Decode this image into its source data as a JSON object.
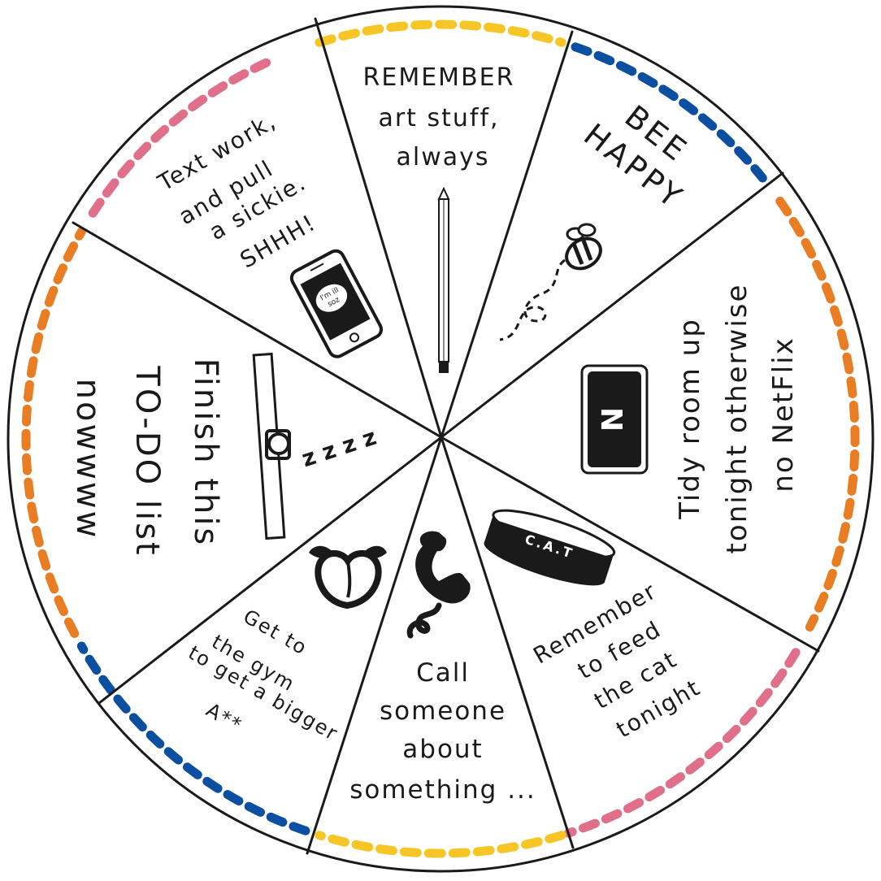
{
  "wheel": {
    "segments": [
      {
        "id": "remember-art",
        "lines": [
          "REMEMBER",
          "art stuff,",
          "always"
        ],
        "border_color": "#f5c626"
      },
      {
        "id": "bee-happy",
        "lines": [
          "BEE",
          "HAPPY"
        ],
        "border_color": "#0b4fa0"
      },
      {
        "id": "tidy-room",
        "lines": [
          "Tidy room up",
          "tonight otherwise",
          "no NetFlix"
        ],
        "border_color": "#e87d24",
        "icon_letter": "N"
      },
      {
        "id": "feed-cat",
        "lines": [
          "Remember",
          "to feed",
          "the cat",
          "tonight"
        ],
        "border_color": "#e0708a",
        "icon_text": "C.A.T"
      },
      {
        "id": "call-someone",
        "lines": [
          "Call",
          "someone",
          "about",
          "something ..."
        ],
        "border_color": "#f5c626"
      },
      {
        "id": "gym",
        "lines": [
          "Get to",
          "the gym",
          "to get a bigger",
          "A**"
        ],
        "border_color": "#0b4fa0"
      },
      {
        "id": "todo-list",
        "lines": [
          "Finish this",
          "TO-DO list",
          "nowwww"
        ],
        "border_color": "#e87d24",
        "icon_text": "z z z z"
      },
      {
        "id": "sickie",
        "lines": [
          "Text work,",
          "and pull",
          "a sickie.",
          "SHHH!"
        ],
        "border_color": "#e0708a",
        "icon_text": [
          "I'm ill",
          "soz"
        ]
      }
    ]
  }
}
